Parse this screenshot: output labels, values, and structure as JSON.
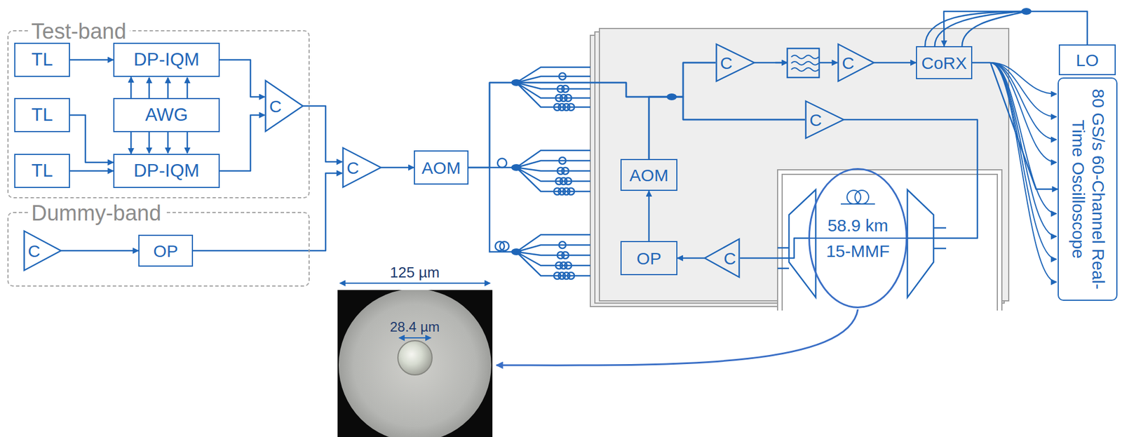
{
  "diagram": {
    "nodes": [
      {
        "text": [
          "Test-band"
        ]
      },
      {
        "text": [
          "TL"
        ],
        "in": 0
      },
      {
        "text": [
          "DP-IQM"
        ],
        "in": 0
      },
      {
        "text": [
          "TL"
        ],
        "in": 0
      },
      {
        "text": [
          "AWG"
        ],
        "in": 0
      },
      {
        "text": [
          "TL"
        ],
        "in": 0
      },
      {
        "text": [
          "DP-IQM"
        ],
        "in": 0
      },
      {
        "text": [
          "C"
        ],
        "in": 0
      },
      {
        "text": [
          "Dummy-band"
        ]
      },
      {
        "text": [
          "C"
        ],
        "in": 8
      },
      {
        "text": [
          "OP"
        ],
        "in": 8
      },
      {
        "text": [
          "C"
        ]
      },
      {
        "text": [
          "AOM"
        ]
      },
      {
        "text": [
          "AOM"
        ]
      },
      {
        "text": [
          "OP"
        ]
      },
      {
        "text": [
          "C"
        ]
      },
      {
        "text": [
          "C"
        ]
      },
      {
        "text": [
          "CoRX"
        ]
      },
      {
        "text": [
          "C"
        ]
      },
      {
        "text": [
          "58.9 km",
          "15-MMF"
        ]
      },
      {
        "text": [
          "C"
        ]
      },
      {
        "text": [
          "LO"
        ]
      },
      {
        "text": [
          "80 GS/s 60-Channel Real-Time Oscilloscope"
        ]
      }
    ],
    "edges": [
      {
        "from": 1,
        "to": 2,
        "arrow": "to"
      },
      {
        "from": 4,
        "to": 2,
        "arrow": "to"
      },
      {
        "from": 4,
        "to": 6,
        "arrow": "to"
      },
      {
        "from": 3,
        "to": 6,
        "arrow": "to"
      },
      {
        "from": 5,
        "to": 6,
        "arrow": "to"
      },
      {
        "from": 2,
        "to": 7,
        "arrow": "to"
      },
      {
        "from": 6,
        "to": 7,
        "arrow": "to"
      },
      {
        "from": 9,
        "to": 10,
        "arrow": "to"
      },
      {
        "from": 7,
        "to": 11,
        "arrow": "to"
      },
      {
        "from": 10,
        "to": 11,
        "arrow": "to"
      },
      {
        "from": 11,
        "to": 12,
        "arrow": "to"
      },
      {
        "from": 12,
        "to": 15,
        "arrow": "none"
      },
      {
        "from": 12,
        "to": 18,
        "arrow": "none"
      },
      {
        "from": 13,
        "to": 15,
        "arrow": "none"
      },
      {
        "from": 13,
        "to": 18,
        "arrow": "none"
      },
      {
        "from": 15,
        "to": 16,
        "arrow": "to"
      },
      {
        "from": 16,
        "to": 17,
        "arrow": "to"
      },
      {
        "from": 21,
        "to": 17,
        "arrow": "to"
      },
      {
        "from": 17,
        "to": 22,
        "arrow": "to"
      },
      {
        "from": 18,
        "to": 19,
        "arrow": "none"
      },
      {
        "from": 19,
        "to": 20,
        "arrow": "none"
      },
      {
        "from": 20,
        "to": 14,
        "arrow": "to"
      },
      {
        "from": 14,
        "to": 13,
        "arrow": "to"
      }
    ],
    "labels": [
      "125 µm",
      "28.4 µm"
    ]
  }
}
